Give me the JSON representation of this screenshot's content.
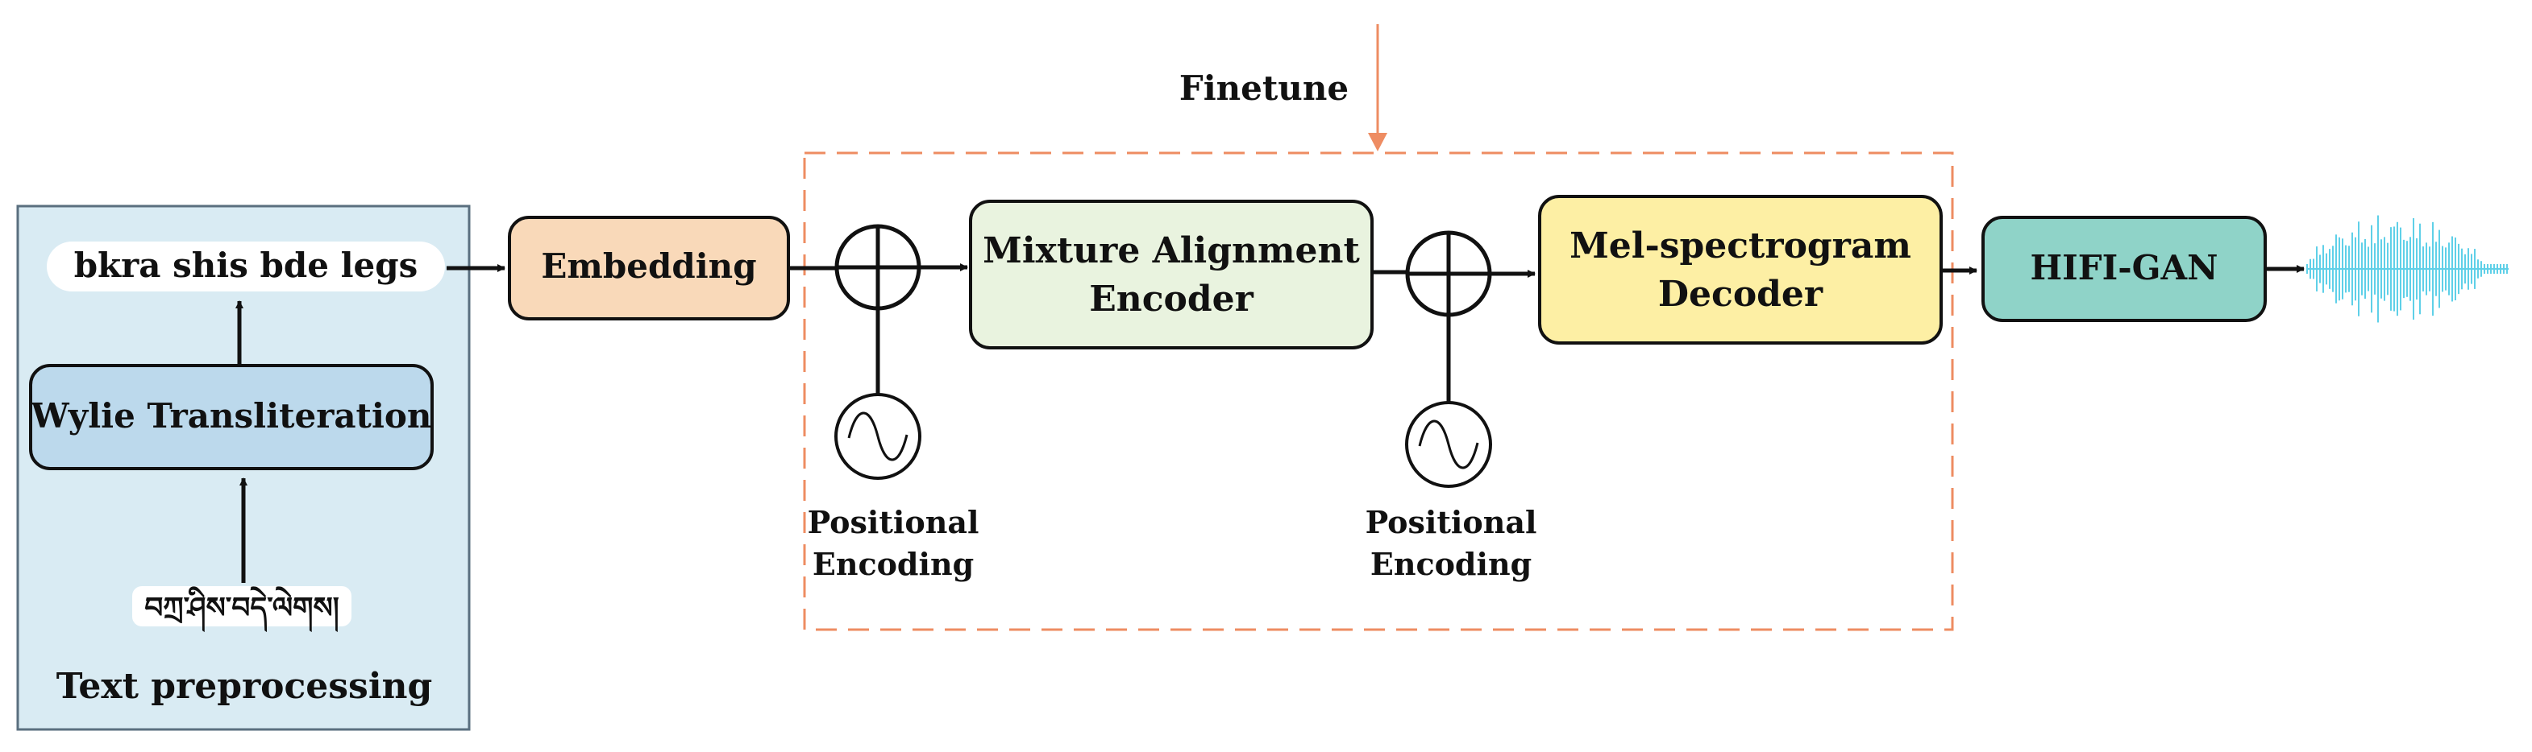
{
  "colors": {
    "preprocess_bg": "#d9ebf3",
    "preprocess_border": "#5a6f7f",
    "wylie_fill": "#bcd9ec",
    "embedding_fill": "#f9d9b9",
    "encoder_fill": "#e9f3df",
    "decoder_fill": "#fdefa4",
    "hifigan_fill": "#8fd3c8",
    "finetune_dash": "#ee8c62",
    "waveform": "#5fd0e8",
    "stroke": "#111111"
  },
  "preprocessing": {
    "title": "Text preprocessing",
    "wylie_output": "bkra shis bde legs",
    "wylie_box": "Wylie Transliteration",
    "tibetan_input": "བཀྲ་ཤིས་བདེ་ལེགས།"
  },
  "embedding": {
    "label": "Embedding"
  },
  "finetune": {
    "label": "Finetune"
  },
  "encoder": {
    "line1": "Mixture Alignment",
    "line2": "Encoder"
  },
  "decoder": {
    "line1": "Mel-spectrogram",
    "line2": "Decoder"
  },
  "positional_encoding": [
    {
      "line1": "Positional",
      "line2": "Encoding"
    },
    {
      "line1": "Positional",
      "line2": "Encoding"
    }
  ],
  "vocoder": {
    "label": "HIFI-GAN"
  },
  "icons": {
    "adder": "plus-circle-icon",
    "sinusoid": "sine-wave-icon",
    "output": "waveform-icon"
  }
}
